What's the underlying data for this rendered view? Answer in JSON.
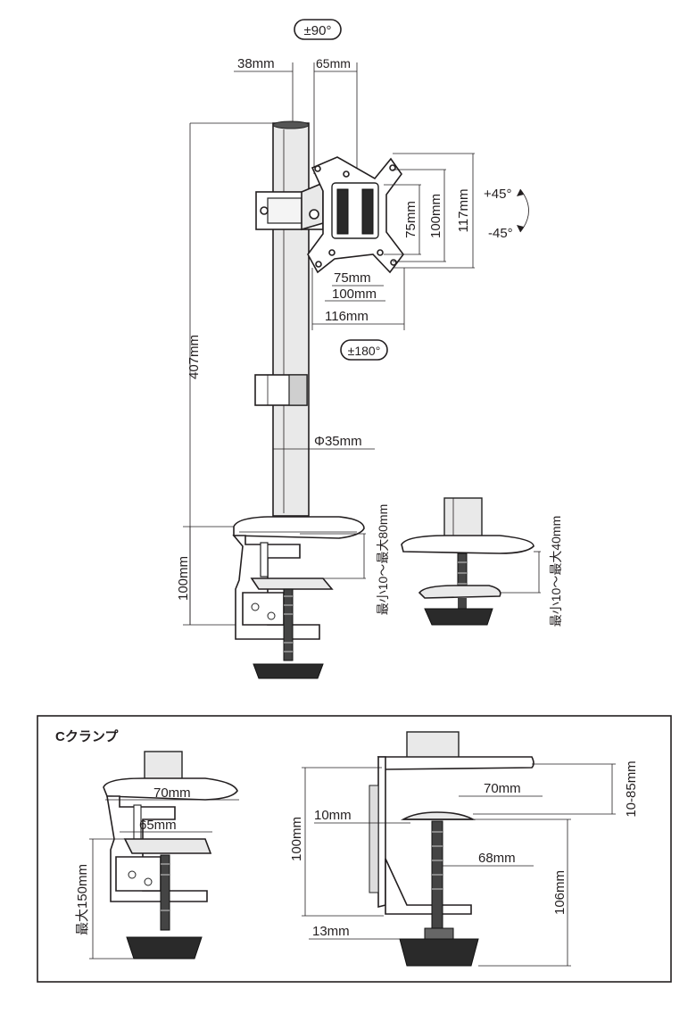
{
  "top": {
    "rot_pan": "±90°",
    "rot_rotate": "±180°",
    "tilt_up": "+45°",
    "tilt_down": "-45°",
    "dim_38": "38mm",
    "dim_65": "65mm",
    "dim_407": "407mm",
    "dim_phi35": "Φ35mm",
    "dim_100_base": "100mm",
    "vesa_h_75": "75mm",
    "vesa_h_100": "100mm",
    "vesa_h_116": "116mm",
    "vesa_v_75": "75mm",
    "vesa_v_100": "100mm",
    "vesa_v_117": "117mm",
    "clamp_range_1": "最小10～最大80mm",
    "clamp_range_2": "最小10～最大40mm"
  },
  "cclamp": {
    "title": "Cクランプ",
    "dim_70_left": "70mm",
    "dim_65": "65mm",
    "dim_150": "最大150mm",
    "dim_70_right": "70mm",
    "dim_10": "10mm",
    "dim_100": "100mm",
    "dim_10_85": "10-85mm",
    "dim_68": "68mm",
    "dim_106": "106mm",
    "dim_13": "13mm"
  }
}
